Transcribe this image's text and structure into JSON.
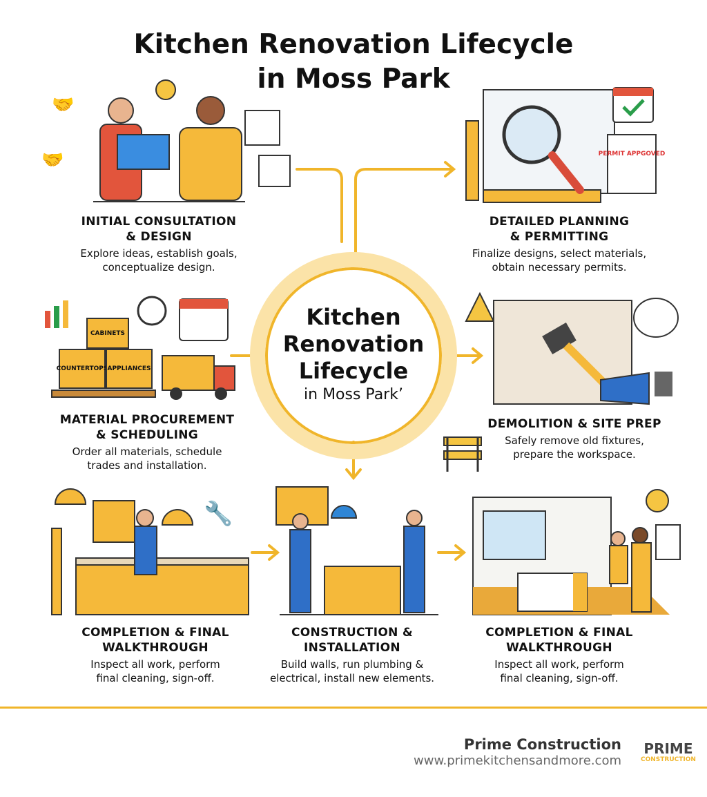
{
  "title": "Kitchen Renovation Lifecycle in Moss Park",
  "title_lines": [
    "Kitchen Renovation Lifecycle",
    "in Moss Park"
  ],
  "center": {
    "line1": "Kitchen",
    "line2": "Renovation",
    "line3": "Lifecycle",
    "line4": "in Moss Park’"
  },
  "steps": [
    {
      "title1": "INITIAL CONSULTATION",
      "title2": "& DESIGN",
      "desc1": "Explore ideas, establish goals,",
      "desc2": "conceptualize design."
    },
    {
      "title1": "DETAILED PLANNING",
      "title2": "& PERMITTING",
      "desc1": "Finalize designs, select materials,",
      "desc2": "obtain necessary permits."
    },
    {
      "title1": "MATERIAL PROCUREMENT",
      "title2": "& SCHEDULING",
      "desc1": "Order all materials, schedule",
      "desc2": "trades and installation."
    },
    {
      "title1": "DEMOLITION & SITE PREP",
      "title2": "",
      "desc1": "Safely remove old fixtures,",
      "desc2": "prepare the workspace."
    },
    {
      "title1": "COMPLETION & FINAL",
      "title2": "WALKTHROUGH",
      "desc1": "Inspect all work, perform",
      "desc2": "final cleaning, sign-off."
    },
    {
      "title1": "CONSTRUCTION &",
      "title2": "INSTALLATION",
      "desc1": "Build walls, run plumbing &",
      "desc2": "electrical, install new elements."
    },
    {
      "title1": "COMPLETION & FINAL",
      "title2": "WALKTHROUGH",
      "desc1": "Inspect all work, perform",
      "desc2": "final cleaning, sign-off."
    }
  ],
  "illustration_labels": {
    "permit": "PERMIT APPGOVED",
    "box1": "CABINETS",
    "box2": "COUNTERTOPS",
    "box3": "APPLIANCES"
  },
  "footer": {
    "company": "Prime Construction",
    "url": "www.primekitchensandmore.com",
    "logo_line1": "PRIME",
    "logo_line2": "CONSTRUCTION"
  },
  "colors": {
    "accent": "#f0b52a",
    "accent_light": "#fbe3a8",
    "text": "#111111"
  }
}
